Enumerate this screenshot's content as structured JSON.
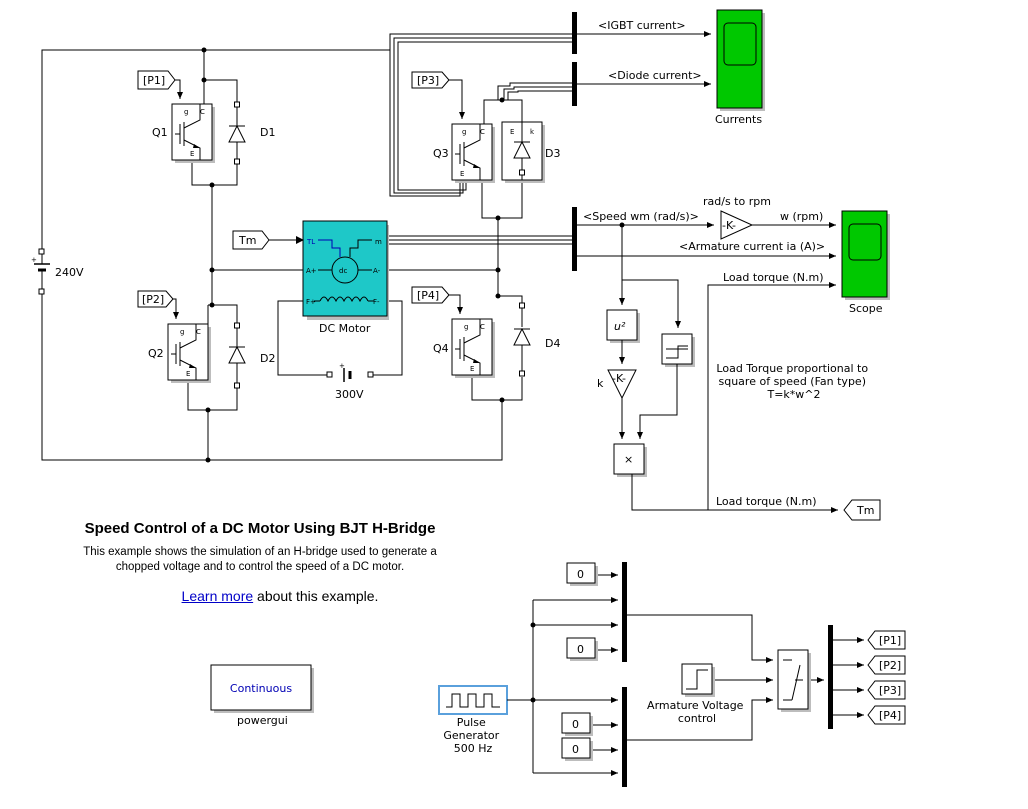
{
  "title": "Speed Control of a DC Motor Using BJT H-Bridge",
  "description": "This example shows the simulation of an H-bridge used to generate a chopped voltage and to control the speed of a DC motor.",
  "learn_more": {
    "link": "Learn more",
    "suffix": "about this example."
  },
  "blocks": {
    "q1": "Q1",
    "q2": "Q2",
    "q3": "Q3",
    "q4": "Q4",
    "d1": "D1",
    "d2": "D2",
    "d3": "D3",
    "d4": "D4",
    "v240": "240V",
    "v300": "300V",
    "dc_motor": "DC Motor",
    "currents_scope": "Currents",
    "scope": "Scope",
    "powergui": "powergui",
    "powergui_mode": "Continuous",
    "pulse_generator": "Pulse\nGenerator\n500 Hz",
    "armature_voltage_control": "Armature Voltage\ncontrol",
    "gain_rad_rpm": "rad/s to rpm",
    "gain_k": "k",
    "gain_symbol": "-K-",
    "square_symbol": "u²",
    "multiply_symbol": "×",
    "const_zero": "0"
  },
  "motor_ports": {
    "tl": "TL",
    "m": "m",
    "a_plus": "A+",
    "a_minus": "A-",
    "f_plus": "F+",
    "f_minus": "F-",
    "dc": "dc"
  },
  "igbt_ports": {
    "g": "g",
    "c": "C",
    "e": "E"
  },
  "diode_ports": {
    "e": "E",
    "k": "k"
  },
  "goto_tags": {
    "p1": "[P1]",
    "p2": "[P2]",
    "p3": "[P3]",
    "p4": "[P4]",
    "tm": "Tm"
  },
  "signals": {
    "igbt_current": "<IGBT current>",
    "diode_current": "<Diode current>",
    "speed": "<Speed wm (rad/s)>",
    "w_rpm": "w (rpm)",
    "armature_current": "<Armature current ia (A)>",
    "load_torque_1": "Load torque (N.m)",
    "load_torque_2": "Load torque (N.m)"
  },
  "annotation": "Load Torque proportional to\nsquare of speed (Fan type)\nT=k*w^2",
  "colors": {
    "scope_green": "#00c800",
    "motor_cyan": "#1ec8c8",
    "link_blue": "#0000c8"
  }
}
